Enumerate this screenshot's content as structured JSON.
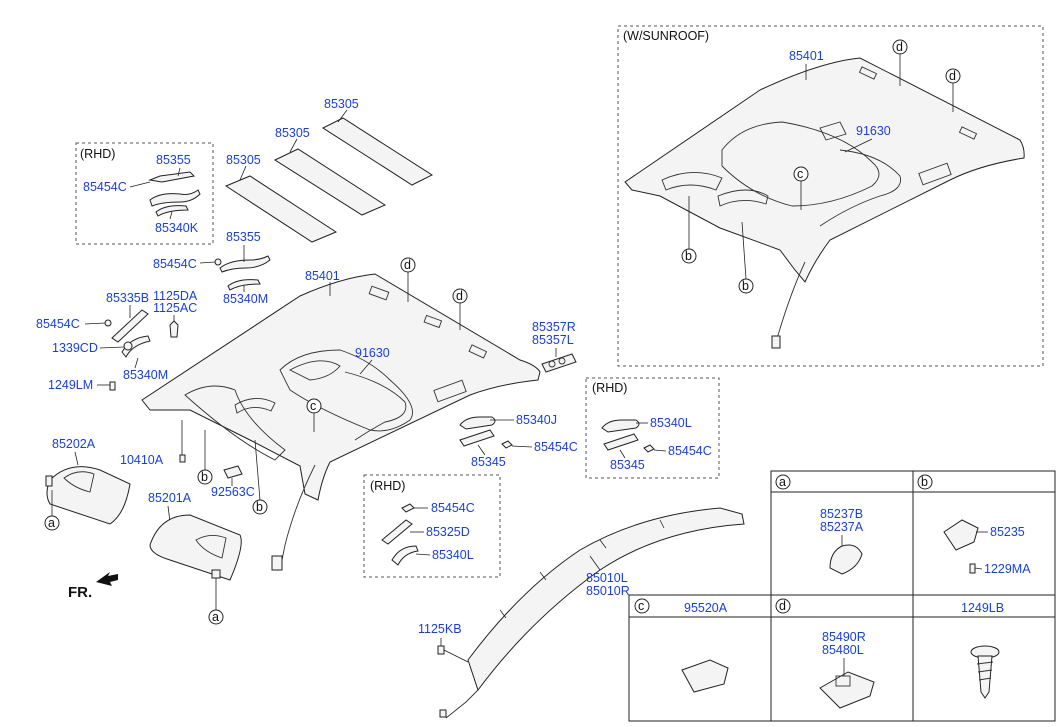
{
  "diagram": {
    "headliner_labels": {
      "pad_top": "85305",
      "pad_mid": "85305",
      "pad_left": "85305",
      "headliner": "85401",
      "wiring": "91630",
      "grip_left": "85355",
      "grip_left_clip": "85454C",
      "grip_left_handle": "85340M",
      "bracket": "85335B",
      "screw_a": "1125DA",
      "screw_b": "1125AC",
      "clip_c": "85454C",
      "cap": "1339CD",
      "handle_m": "85340M",
      "bolt_lm": "1249LM",
      "lamp_r": "85357R",
      "lamp_l": "85357L",
      "visor_b": "85202A",
      "visor_a": "85201A",
      "bolt_10410": "10410A",
      "lamp_92563": "92563C",
      "grip_j": "85340J",
      "grip_345": "85345",
      "grip_clip": "85454C",
      "airbag_l": "85010L",
      "airbag_r": "85010R",
      "bolt_kb": "1125KB",
      "fr": "FR."
    },
    "rhd_top": {
      "title": "(RHD)",
      "grip": "85355",
      "clip": "85454C",
      "handle": "85340K"
    },
    "rhd_mid": {
      "title": "(RHD)",
      "handle": "85340L",
      "bracket": "85345",
      "clip": "85454C"
    },
    "rhd_bottom": {
      "title": "(RHD)",
      "clip": "85454C",
      "bracket": "85325D",
      "handle": "85340L"
    },
    "sunroof": {
      "title": "(W/SUNROOF)",
      "headliner": "85401",
      "wiring": "91630"
    },
    "callouts": {
      "a": "a",
      "b": "b",
      "c": "c",
      "d": "d"
    },
    "table": {
      "a": {
        "key": "a",
        "part1": "85237B",
        "part2": "85237A"
      },
      "b": {
        "key": "b",
        "part1": "85235",
        "part2": "1229MA"
      },
      "c": {
        "key": "c",
        "part1": "95520A"
      },
      "d": {
        "key": "d",
        "part1": "85490R",
        "part2": "85480L"
      },
      "e": {
        "part1": "1249LB"
      }
    }
  }
}
